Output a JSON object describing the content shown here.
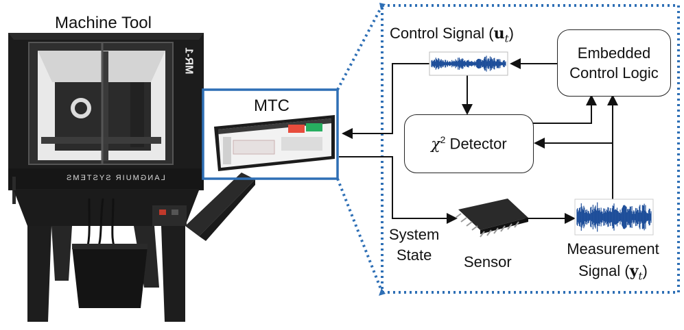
{
  "machine": {
    "title": "Machine Tool",
    "brand_text": "LANGMUIR SYSTEMS",
    "model_text": "MR-1"
  },
  "mtc": {
    "label": "MTC"
  },
  "diagram": {
    "control_signal_prefix": "Control Signal (",
    "control_signal_symbol": "u",
    "control_signal_sub": "t",
    "control_signal_suffix": ")",
    "embedded_line1": "Embedded",
    "embedded_line2": "Control Logic",
    "detector_chi": "χ",
    "detector_sup": "2",
    "detector_text": " Detector",
    "system_state_line1": "System",
    "system_state_line2": "State",
    "sensor_label": "Sensor",
    "measurement_line1": "Measurement",
    "measurement_prefix": "Signal (",
    "measurement_symbol": "y",
    "measurement_sub": "t",
    "measurement_suffix": ")"
  },
  "colors": {
    "accent_blue": "#2e6fb5",
    "signal_blue": "#1f4f9a",
    "machine_dark": "#1b1b1b"
  }
}
